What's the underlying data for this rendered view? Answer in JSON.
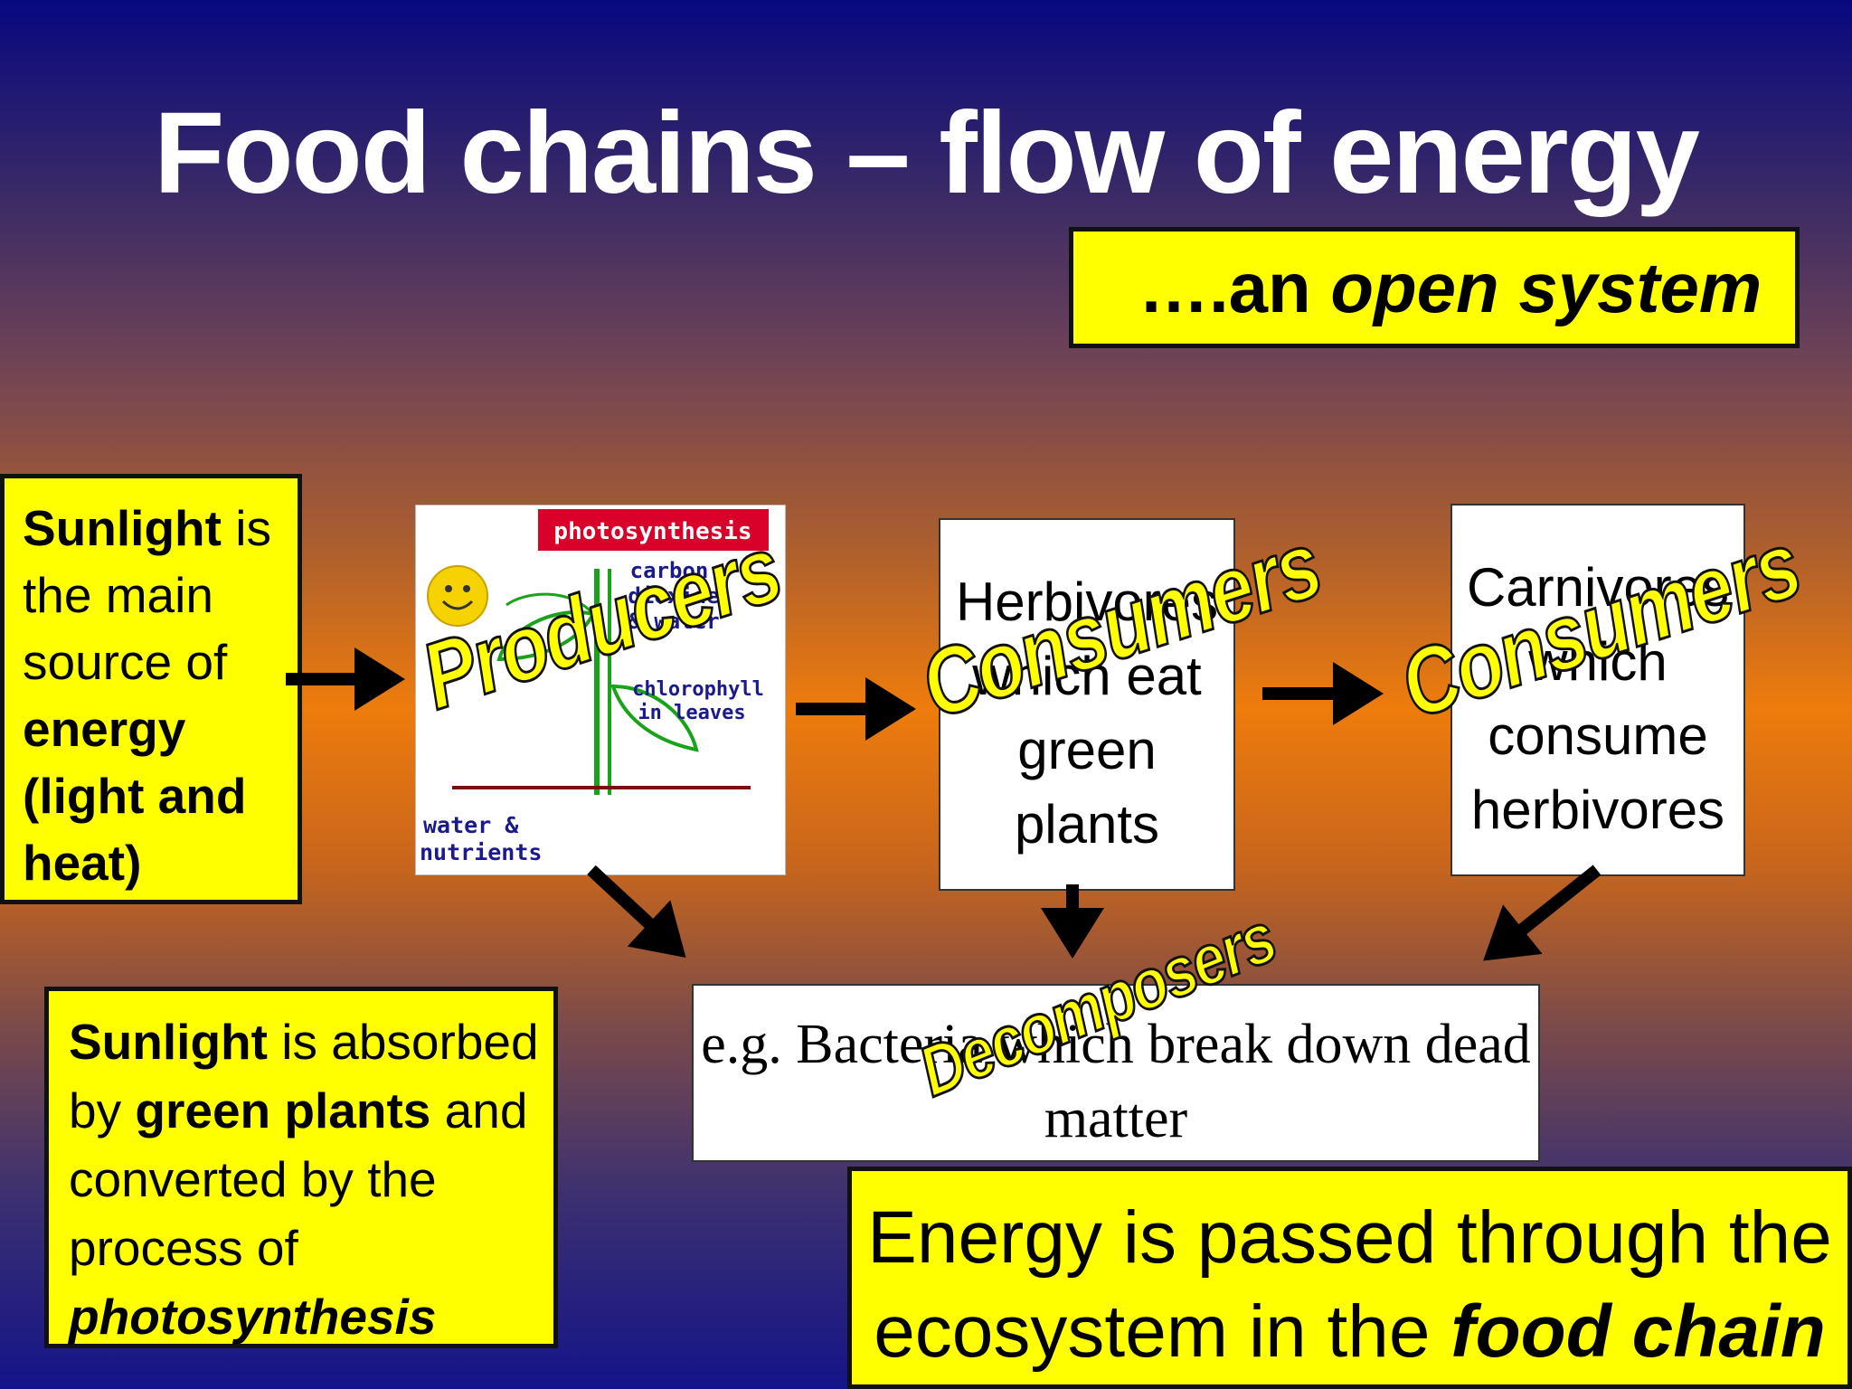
{
  "title": "Food chains – flow of energy",
  "open_system": {
    "prefix": "….an ",
    "emphasis": "open system"
  },
  "sunlight_source": {
    "bold1": "Sunlight",
    "text1": " is the main source of ",
    "bold2": "energy (light and heat)"
  },
  "sunlight_absorbed": {
    "bold1": "Sunlight",
    "text1": " is absorbed by ",
    "bold2": "green plants",
    "text2": " and converted by the process of ",
    "bold_italic": "photosynthesis"
  },
  "producer_card": {
    "banner": "photosynthesis",
    "co2_line1": "carbon",
    "co2_line2": "dioxide",
    "co2_line3": "& water",
    "chloro_line1": "chlorophyll",
    "chloro_line2": "in leaves",
    "water_line1": "water &",
    "water_line2": "nutrients"
  },
  "herbivores": {
    "text": "Herbivores which eat green plants"
  },
  "carnivores": {
    "text": "Carnivores which consume herbivores"
  },
  "decomposer": {
    "text": "e.g. Bacteria which break down dead matter"
  },
  "wordart": {
    "producers": "Producers",
    "consumers_1": "Consumers",
    "consumers_2": "Consumers",
    "decomposers": "Decomposers"
  },
  "energy_passed": {
    "text": "Energy is passed through the ecosystem in the ",
    "emphasis": "food chain"
  },
  "colors": {
    "box_yellow": "#ffff00",
    "arrow": "#000000",
    "title": "#ffffff"
  }
}
